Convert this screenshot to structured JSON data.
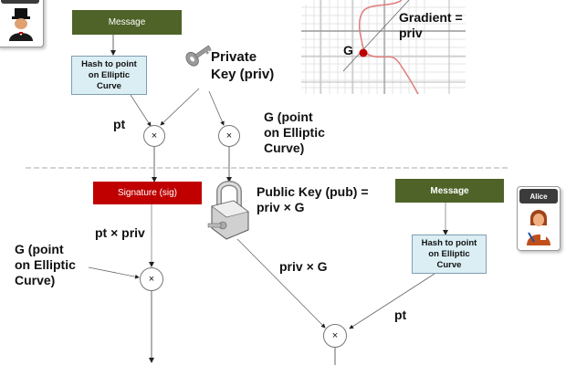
{
  "signer": {
    "card_label": "",
    "top_message_label": "Message",
    "top_hash_label_lines": [
      "Hash to point",
      "on Elliptic",
      "Curve"
    ],
    "private_key_label_lines": [
      "Private",
      "Key (priv)"
    ],
    "pt_label": "pt",
    "g_label_lines": [
      "G (point",
      "on Elliptic",
      "Curve)"
    ],
    "signature_label": "Signature (sig)",
    "public_key_label_lines": [
      "Public Key (pub) =",
      "priv × G"
    ]
  },
  "graph": {
    "g_point_label": "G",
    "gradient_label_lines": [
      "Gradient =",
      "priv"
    ],
    "curve_color": "#e07b7b",
    "point_color": "#c00000"
  },
  "verifier": {
    "card_label": "Alice",
    "message_label": "Message",
    "hash_label_lines": [
      "Hash to point",
      "on Elliptic",
      "Curve"
    ],
    "pt_priv_label": "pt × priv",
    "g_label_lines": [
      "G (point",
      "on Elliptic",
      "Curve)"
    ],
    "priv_g_label": "priv × G",
    "pt_label": "pt"
  },
  "operators": {
    "multiply_symbol": "×"
  },
  "colors": {
    "message_bg": "#4f6228",
    "signature_bg": "#c00000",
    "hash_bg": "#dbeef4"
  }
}
